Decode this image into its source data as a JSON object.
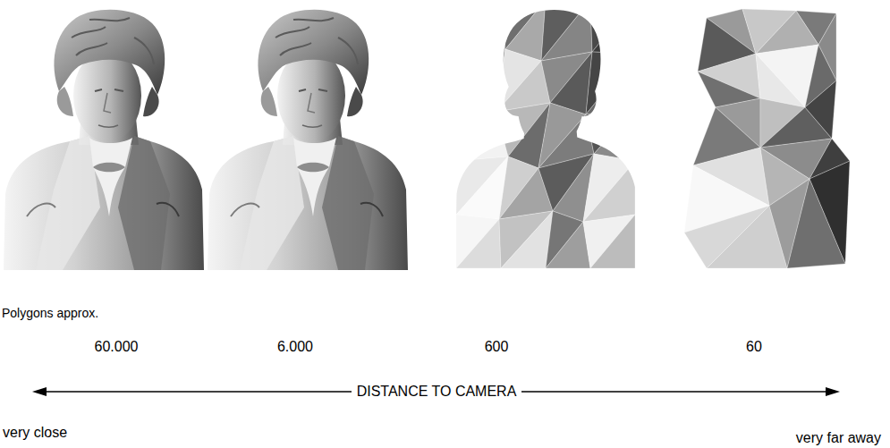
{
  "diagram": {
    "labels": [
      "Polygons approx.",
      "60.000",
      "6.000",
      "600",
      "60",
      "DISTANCE TO CAMERA",
      "very close",
      "very far away"
    ]
  }
}
